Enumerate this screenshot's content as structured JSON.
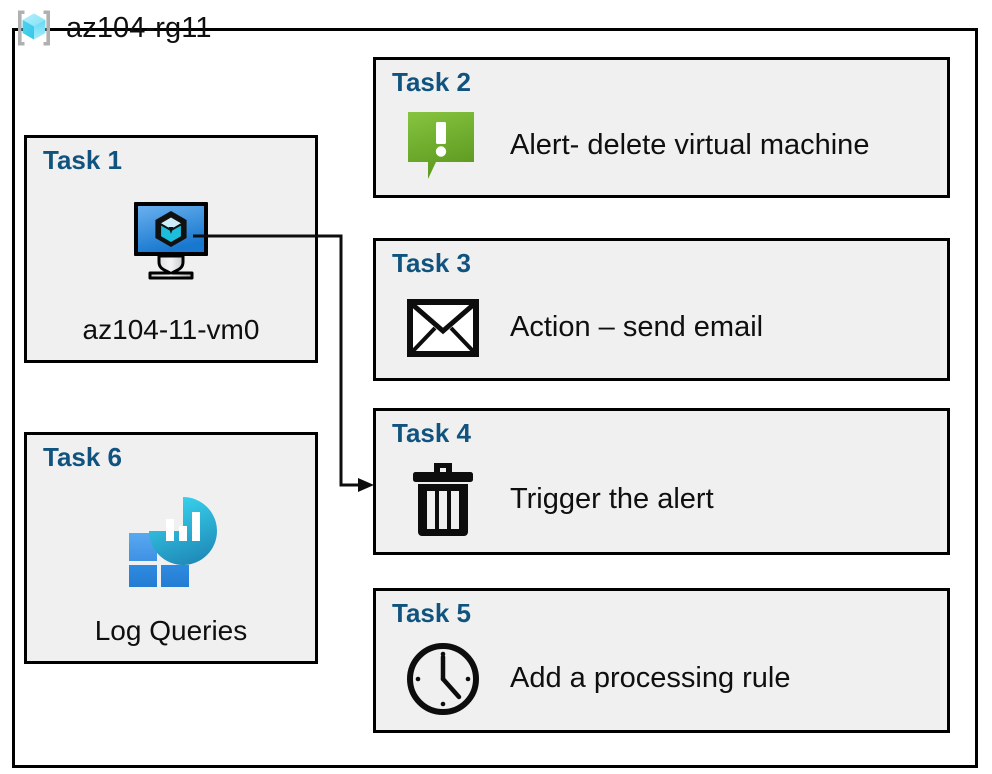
{
  "diagram": {
    "resource_group": {
      "name": "az104-rg11",
      "icon": "azure-resource-group-icon"
    },
    "colors": {
      "card_background": "#f0f0f0",
      "card_border": "#000000",
      "task_title": "#11537f",
      "alert_green": "#7cb82f",
      "vm_blue": "#3a8fdd",
      "log_analytics_blue": "#3a8fdd",
      "log_analytics_teal": "#2fcbe8",
      "resource_group_cyan": "#5ad8f0"
    },
    "cards": [
      {
        "id": "task1",
        "title": "Task 1",
        "label": "az104-11-vm0",
        "icon": "virtual-machine-icon",
        "layout": "vertical"
      },
      {
        "id": "task2",
        "title": "Task 2",
        "label": "Alert- delete virtual machine",
        "icon": "alert-bubble-icon",
        "layout": "horizontal"
      },
      {
        "id": "task3",
        "title": "Task 3",
        "label": "Action – send email",
        "icon": "envelope-icon",
        "layout": "horizontal"
      },
      {
        "id": "task4",
        "title": "Task 4",
        "label": "Trigger the alert",
        "icon": "trash-can-icon",
        "layout": "horizontal"
      },
      {
        "id": "task5",
        "title": "Task 5",
        "label": "Add a processing rule",
        "icon": "clock-icon",
        "layout": "horizontal"
      },
      {
        "id": "task6",
        "title": "Task 6",
        "label": "Log Queries",
        "icon": "log-analytics-icon",
        "layout": "vertical"
      }
    ],
    "connectors": [
      {
        "id": "vm-to-task4",
        "from": "task1-virtual-machine-icon",
        "to": "task4",
        "arrowhead": "end"
      }
    ]
  }
}
